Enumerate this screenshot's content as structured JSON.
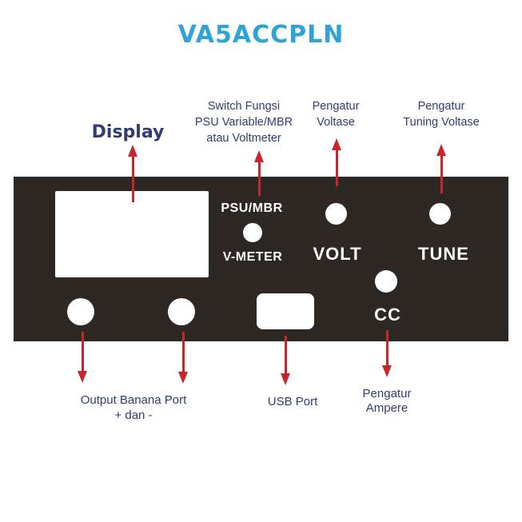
{
  "title": "VA5ACCPLN",
  "colors": {
    "title": "#2FA3D6",
    "annotation": "#333B73",
    "arrow": "#C5272D",
    "panel_background": "#2E2824",
    "panel_text": "#FFFFFF",
    "page_background": "#FFFFFF"
  },
  "annotations": {
    "display": {
      "text": "Display"
    },
    "switch_function": {
      "lines": [
        "Switch Fungsi",
        "PSU Variable/MBR",
        "atau Voltmeter"
      ]
    },
    "pengatur_voltase": {
      "lines": [
        "Pengatur",
        "Voltase"
      ]
    },
    "pengatur_tuning": {
      "lines": [
        "Pengatur",
        "Tuning Voltase"
      ]
    },
    "output_banana": {
      "lines": [
        "Output Banana Port",
        "+ dan -"
      ]
    },
    "usb_port": {
      "text": "USB Port"
    },
    "pengatur_ampere": {
      "lines": [
        "Pengatur",
        "Ampere"
      ]
    }
  },
  "panel": {
    "labels": {
      "psu_mbr": "PSU/MBR",
      "v_meter": "V-METER",
      "volt": "VOLT",
      "tune": "TUNE",
      "cc": "CC"
    }
  }
}
